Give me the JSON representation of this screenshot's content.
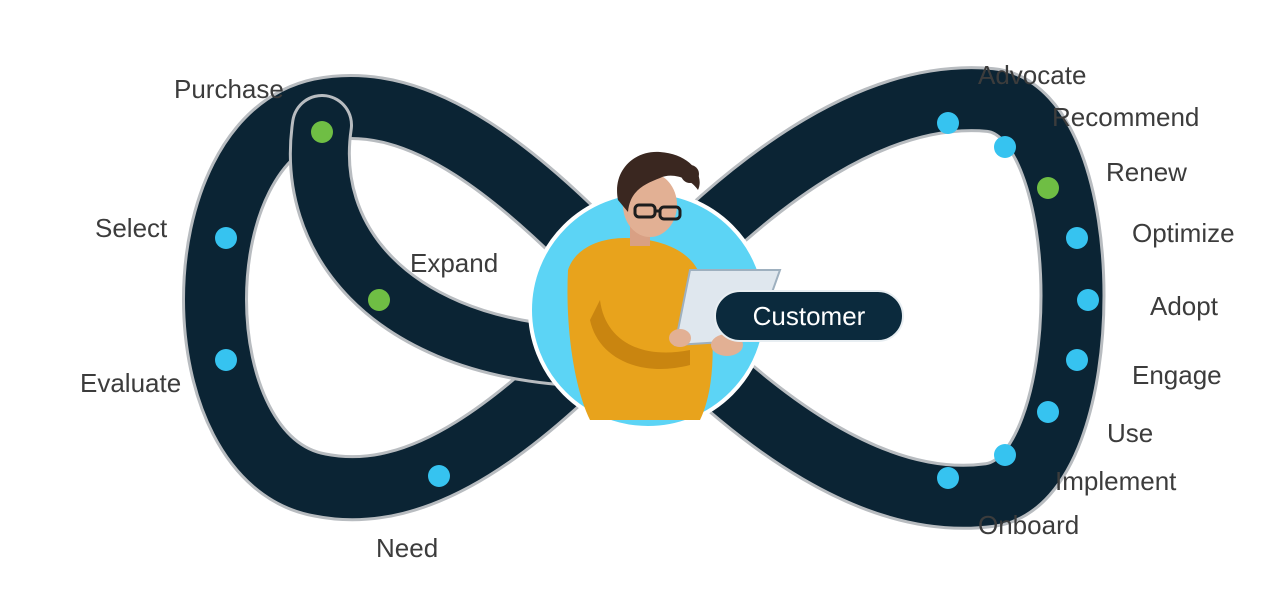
{
  "colors": {
    "loop_fill": "#0b2434",
    "loop_outline": "#b8bcc0",
    "dot_blue": "#36c3f0",
    "dot_green": "#6fbe44",
    "circle_bg": "#5cd4f5",
    "pill_bg": "#0b2a3d"
  },
  "center": {
    "badge_label": "Customer",
    "icon": "customer-person-icon"
  },
  "stages": {
    "purchase": "Purchase",
    "select": "Select",
    "evaluate": "Evaluate",
    "need": "Need",
    "expand": "Expand",
    "advocate": "Advocate",
    "recommend": "Recommend",
    "renew": "Renew",
    "optimize": "Optimize",
    "adopt": "Adopt",
    "engage": "Engage",
    "use": "Use",
    "implement": "Implement",
    "onboard": "Onboard"
  }
}
